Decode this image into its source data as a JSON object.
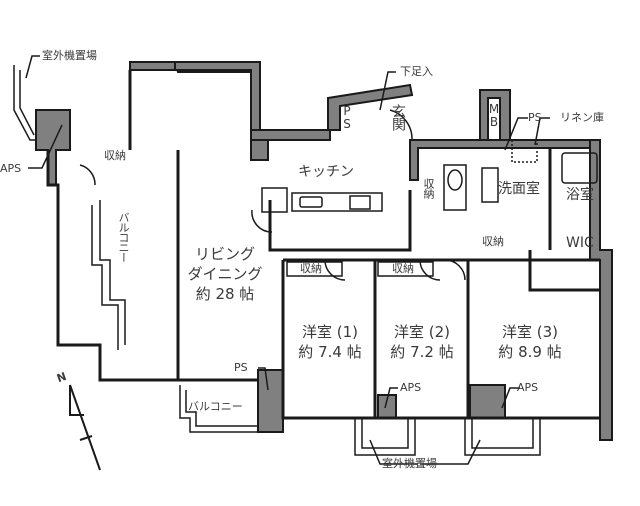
{
  "floor_plan": {
    "rooms": {
      "living_dining": {
        "name_line1": "リビング",
        "name_line2": "ダイニング",
        "size": "約 28 帖"
      },
      "western1": {
        "name": "洋室 (1)",
        "size": "約 7.4 帖"
      },
      "western2": {
        "name": "洋室 (2)",
        "size": "約 7.2 帖"
      },
      "western3": {
        "name": "洋室 (3)",
        "size": "約 8.9 帖"
      },
      "kitchen": "キッチン",
      "entrance": "玄関",
      "washroom": "洗面室",
      "bathroom": "浴室",
      "wic": "WIC"
    },
    "annotations": {
      "outdoor_unit_top": "室外機置場",
      "aps_left": "APS",
      "storage_left": "収納",
      "balcony_left": "バルコニー",
      "shoe_closet": "下足入",
      "ps_entrance": "PS",
      "mb": "MB",
      "ps_bath": "PS",
      "linen_closet": "リネン庫",
      "storage_hall": "収納",
      "storage_corridor": "収納",
      "storage_room1": "収納",
      "storage_room2": "収納",
      "ps_balcony": "PS",
      "balcony_bottom": "バルコニー",
      "aps_room2": "APS",
      "aps_room3": "APS",
      "outdoor_unit_bottom": "室外機置場"
    },
    "compass": {
      "label": "N"
    },
    "colors": {
      "wall": "#1a1a1a",
      "wall_fill": "#808080",
      "text": "#3a3a3a"
    }
  }
}
